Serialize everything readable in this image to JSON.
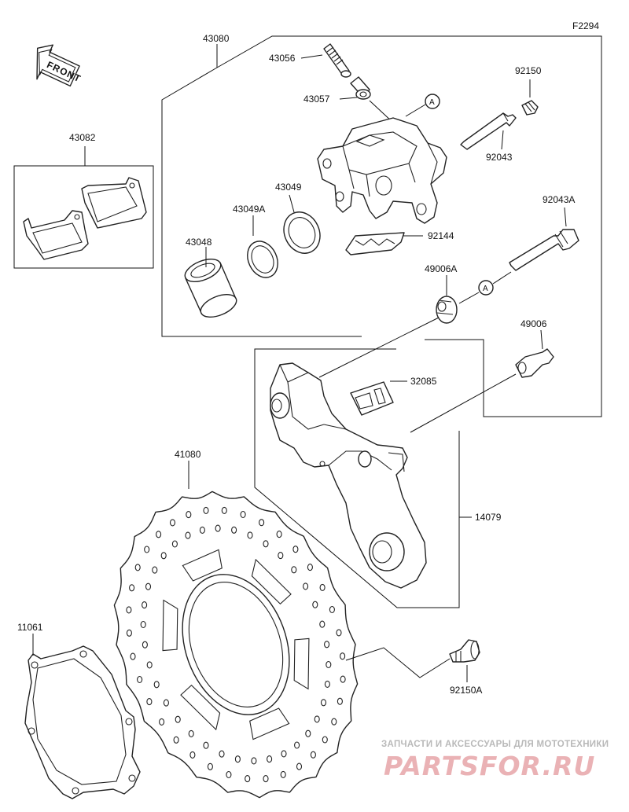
{
  "figure_code": "F2294",
  "front_label": "FRONT",
  "ref_marker": "A",
  "parts": {
    "p43080": "43080",
    "p43056": "43056",
    "p43057": "43057",
    "p92150": "92150",
    "p92043": "92043",
    "p43082": "43082",
    "p43049": "43049",
    "p43049A": "43049A",
    "p43048": "43048",
    "p92144": "92144",
    "p92043A": "92043A",
    "p49006A": "49006A",
    "p49006": "49006",
    "p32085": "32085",
    "p41080": "41080",
    "p14079": "14079",
    "p11061": "11061",
    "p92150A": "92150A"
  },
  "watermark": {
    "tagline": "ЗАПЧАСТИ И АКСЕССУАРЫ ДЛЯ МОТОТЕХНИКИ",
    "brand": "PARTSFOR.RU"
  }
}
